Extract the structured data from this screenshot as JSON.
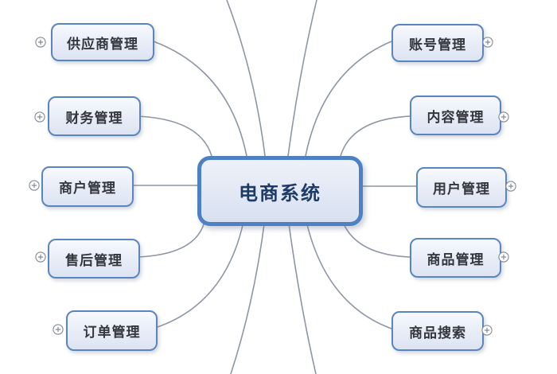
{
  "diagram": {
    "type": "mindmap",
    "center": {
      "label": "电商系统"
    },
    "branches": {
      "left": [
        {
          "label": "供应商管理"
        },
        {
          "label": "财务管理"
        },
        {
          "label": "商户管理"
        },
        {
          "label": "售后管理"
        },
        {
          "label": "订单管理"
        }
      ],
      "right": [
        {
          "label": "账号管理"
        },
        {
          "label": "内容管理"
        },
        {
          "label": "用户管理"
        },
        {
          "label": "商品管理"
        },
        {
          "label": "商品搜索"
        }
      ]
    },
    "icons": {
      "expand": "plus-circle-icon"
    },
    "colors": {
      "central_border": "#4e80c4",
      "branch_border": "#5b84c2",
      "node_fill": "#e7ecf7",
      "central_text": "#1e3a66",
      "branch_text": "#33363d",
      "connector": "#8d96a4",
      "plus_icon": "#828a97",
      "background": "#ffffff"
    }
  }
}
